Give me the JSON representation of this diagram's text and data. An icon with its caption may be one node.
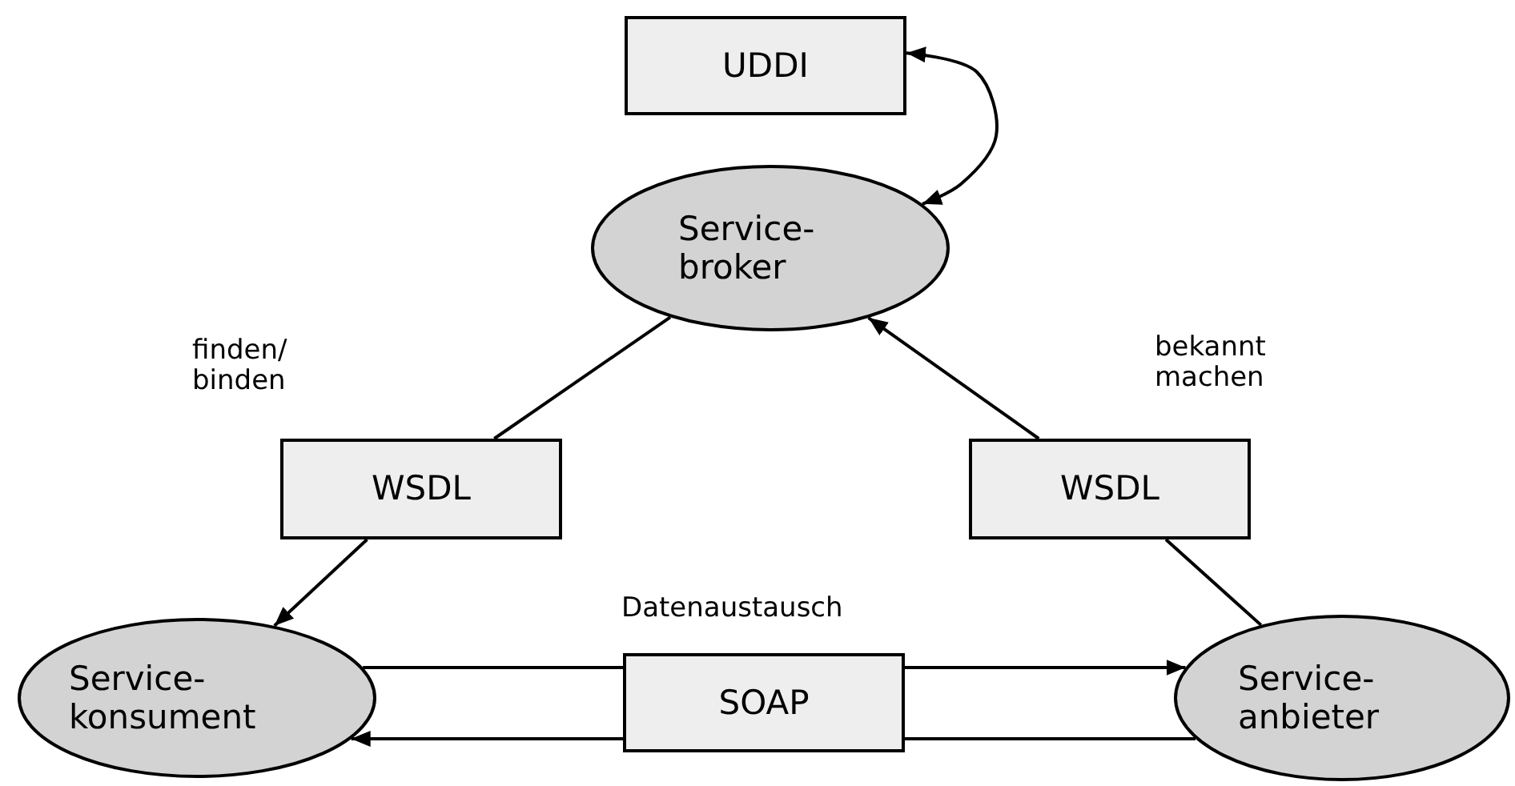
{
  "diagram": {
    "nodes": [
      {
        "text": [
          "UDDI"
        ]
      },
      {
        "text": [
          "Service- broker"
        ]
      },
      {
        "text": [
          "WSDL"
        ]
      },
      {
        "text": [
          "WSDL"
        ]
      },
      {
        "text": [
          "Service- konsument"
        ]
      },
      {
        "text": [
          "SOAP"
        ]
      },
      {
        "text": [
          "Service- anbieter"
        ]
      }
    ],
    "edges": [
      {
        "from": 0,
        "to": 1,
        "arrow": "both"
      },
      {
        "from": 1,
        "to": 2,
        "arrow": "none"
      },
      {
        "from": 2,
        "to": 4,
        "arrow": "to"
      },
      {
        "from": 6,
        "to": 3,
        "arrow": "none"
      },
      {
        "from": 3,
        "to": 1,
        "arrow": "to"
      },
      {
        "from": 4,
        "to": 5,
        "arrow": "none"
      },
      {
        "from": 5,
        "to": 6,
        "arrow": "to"
      },
      {
        "from": 6,
        "to": 5,
        "arrow": "none"
      },
      {
        "from": 5,
        "to": 4,
        "arrow": "to"
      }
    ],
    "labels": [
      "finden/ binden",
      "bekannt machen",
      "Datenaustausch"
    ]
  }
}
